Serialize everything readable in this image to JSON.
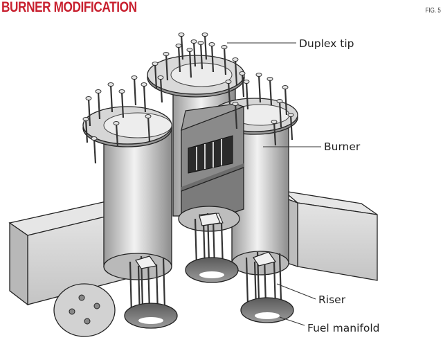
{
  "header": {
    "title": "BURNER MODIFICATION",
    "figure": "FIG. 5"
  },
  "labels": {
    "duplex_tip": "Duplex tip",
    "burner": "Burner",
    "riser": "Riser",
    "fuel_manifold": "Fuel manifold"
  },
  "colors": {
    "title": "#c8202f",
    "body_gray": "#cfcfcf",
    "dark_gray": "#6f6f6f",
    "outline": "#222222"
  }
}
